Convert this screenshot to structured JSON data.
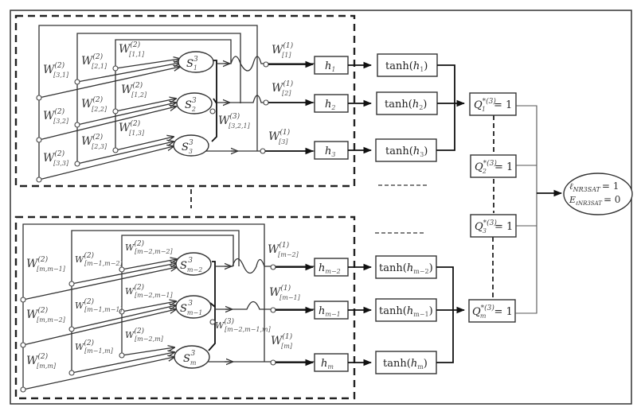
{
  "title": "Neural network architecture for NR3SAT with tanh activation",
  "block_top": {
    "inputs_w2": [
      {
        "base": "W",
        "sup": "(2)",
        "sub": "[3,1]"
      },
      {
        "base": "W",
        "sup": "(2)",
        "sub": "[3,2]"
      },
      {
        "base": "W",
        "sup": "(2)",
        "sub": "[3,3]"
      },
      {
        "base": "W",
        "sup": "(2)",
        "sub": "[2,1]"
      },
      {
        "base": "W",
        "sup": "(2)",
        "sub": "[2,2]"
      },
      {
        "base": "W",
        "sup": "(2)",
        "sub": "[2,3]"
      },
      {
        "base": "W",
        "sup": "(2)",
        "sub": "[1,1]"
      },
      {
        "base": "W",
        "sup": "(2)",
        "sub": "[1,2]"
      },
      {
        "base": "W",
        "sup": "(2)",
        "sub": "[1,3]"
      }
    ],
    "neurons": [
      {
        "base": "S",
        "sup": "3",
        "sub": "1"
      },
      {
        "base": "S",
        "sup": "3",
        "sub": "2"
      },
      {
        "base": "S",
        "sup": "3",
        "sub": "3"
      }
    ],
    "w3": {
      "base": "W",
      "sup": "(3)",
      "sub": "[3,2,1]"
    },
    "w1": [
      {
        "base": "W",
        "sup": "(1)",
        "sub": "[1]"
      },
      {
        "base": "W",
        "sup": "(1)",
        "sub": "[2]"
      },
      {
        "base": "W",
        "sup": "(1)",
        "sub": "[3]"
      }
    ],
    "h": [
      {
        "base": "h",
        "sub": "1"
      },
      {
        "base": "h",
        "sub": "2"
      },
      {
        "base": "h",
        "sub": "3"
      }
    ],
    "tanh": [
      {
        "fn": "tanh",
        "arg": "h",
        "sub": "1"
      },
      {
        "fn": "tanh",
        "arg": "h",
        "sub": "2"
      },
      {
        "fn": "tanh",
        "arg": "h",
        "sub": "3"
      }
    ]
  },
  "block_bottom": {
    "inputs_w2": [
      {
        "base": "W",
        "sup": "(2)",
        "sub": "[m,m−1]"
      },
      {
        "base": "W",
        "sup": "(2)",
        "sub": "[m,m−2]"
      },
      {
        "base": "W",
        "sup": "(2)",
        "sub": "[m,m]"
      },
      {
        "base": "W",
        "sup": "(2)",
        "sub": "[m−1,m−2]"
      },
      {
        "base": "W",
        "sup": "(2)",
        "sub": "[m−1,m−1]"
      },
      {
        "base": "W",
        "sup": "(2)",
        "sub": "[m−1,m]"
      },
      {
        "base": "W",
        "sup": "(2)",
        "sub": "[m−2,m−2]"
      },
      {
        "base": "W",
        "sup": "(2)",
        "sub": "[m−2,m−1]"
      },
      {
        "base": "W",
        "sup": "(2)",
        "sub": "[m−2,m]"
      }
    ],
    "neurons": [
      {
        "base": "S",
        "sup": "3",
        "sub": "m−2"
      },
      {
        "base": "S",
        "sup": "3",
        "sub": "m−1"
      },
      {
        "base": "S",
        "sup": "3",
        "sub": "m"
      }
    ],
    "w3": {
      "base": "W",
      "sup": "(3)",
      "sub": "[m−2,m−1,m]"
    },
    "w1": [
      {
        "base": "W",
        "sup": "(1)",
        "sub": "[m−2]"
      },
      {
        "base": "W",
        "sup": "(1)",
        "sub": "[m−1]"
      },
      {
        "base": "W",
        "sup": "(1)",
        "sub": "[m]"
      }
    ],
    "h": [
      {
        "base": "h",
        "sub": "m−2"
      },
      {
        "base": "h",
        "sub": "m−1"
      },
      {
        "base": "h",
        "sub": "m"
      }
    ],
    "tanh": [
      {
        "fn": "tanh",
        "arg": "h",
        "sub": "m−2"
      },
      {
        "fn": "tanh",
        "arg": "h",
        "sub": "m−1"
      },
      {
        "fn": "tanh",
        "arg": "h",
        "sub": "m"
      }
    ]
  },
  "q_nodes": [
    {
      "base": "Q",
      "sup": "*(3)",
      "sub": "1",
      "rhs": "= 1"
    },
    {
      "base": "Q",
      "sup": "*(3)",
      "sub": "2",
      "rhs": "= 1"
    },
    {
      "base": "Q",
      "sup": "*(3)",
      "sub": "3",
      "rhs": "= 1"
    },
    {
      "base": "Q",
      "sup": "*(3)",
      "sub": "m",
      "rhs": "= 1"
    }
  ],
  "output": {
    "line1": {
      "base": "ℓ",
      "sub": "NR3SAT",
      "rhs": "= 1"
    },
    "line2": {
      "base": "E",
      "sub": "ℓNR3SAT",
      "rhs": "= 0"
    }
  }
}
